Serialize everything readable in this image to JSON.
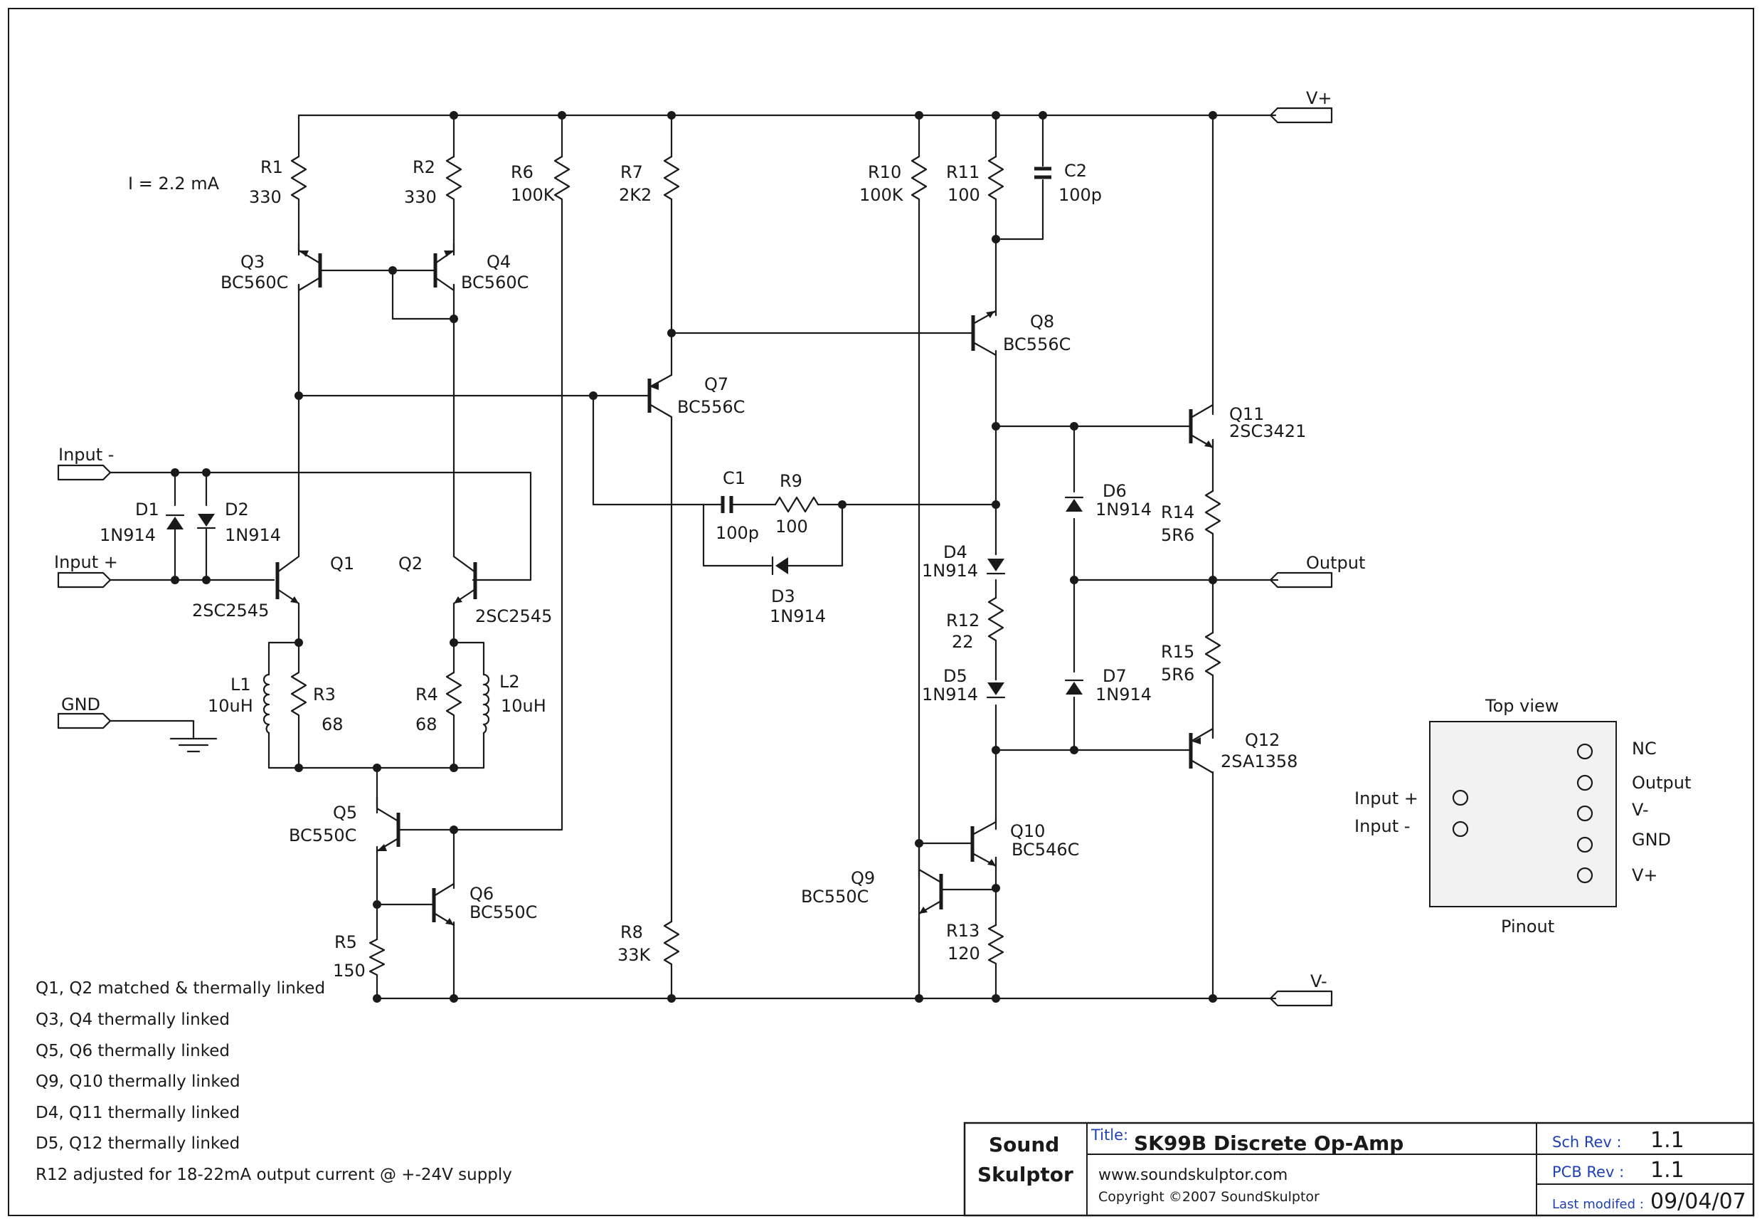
{
  "schematic": {
    "current_note": "I = 2.2 mA",
    "ports": {
      "vplus": "V+",
      "vminus": "V-",
      "input_minus": "Input -",
      "input_plus": "Input +",
      "gnd": "GND",
      "output": "Output"
    },
    "components": {
      "R1": {
        "ref": "R1",
        "value": "330"
      },
      "R2": {
        "ref": "R2",
        "value": "330"
      },
      "R3": {
        "ref": "R3",
        "value": "68"
      },
      "R4": {
        "ref": "R4",
        "value": "68"
      },
      "R5": {
        "ref": "R5",
        "value": "150"
      },
      "R6": {
        "ref": "R6",
        "value": "100K"
      },
      "R7": {
        "ref": "R7",
        "value": "2K2"
      },
      "R8": {
        "ref": "R8",
        "value": "33K"
      },
      "R9": {
        "ref": "R9",
        "value": "100"
      },
      "R10": {
        "ref": "R10",
        "value": "100K"
      },
      "R11": {
        "ref": "R11",
        "value": "100"
      },
      "R12": {
        "ref": "R12",
        "value": "22"
      },
      "R13": {
        "ref": "R13",
        "value": "120"
      },
      "R14": {
        "ref": "R14",
        "value": "5R6"
      },
      "R15": {
        "ref": "R15",
        "value": "5R6"
      },
      "C1": {
        "ref": "C1",
        "value": "100p"
      },
      "C2": {
        "ref": "C2",
        "value": "100p"
      },
      "L1": {
        "ref": "L1",
        "value": "10uH"
      },
      "L2": {
        "ref": "L2",
        "value": "10uH"
      },
      "D1": {
        "ref": "D1",
        "value": "1N914"
      },
      "D2": {
        "ref": "D2",
        "value": "1N914"
      },
      "D3": {
        "ref": "D3",
        "value": "1N914"
      },
      "D4": {
        "ref": "D4",
        "value": "1N914"
      },
      "D5": {
        "ref": "D5",
        "value": "1N914"
      },
      "D6": {
        "ref": "D6",
        "value": "1N914"
      },
      "D7": {
        "ref": "D7",
        "value": "1N914"
      },
      "Q1": {
        "ref": "Q1",
        "value": "2SC2545"
      },
      "Q2": {
        "ref": "Q2",
        "value": "2SC2545"
      },
      "Q3": {
        "ref": "Q3",
        "value": "BC560C"
      },
      "Q4": {
        "ref": "Q4",
        "value": "BC560C"
      },
      "Q5": {
        "ref": "Q5",
        "value": "BC550C"
      },
      "Q6": {
        "ref": "Q6",
        "value": "BC550C"
      },
      "Q7": {
        "ref": "Q7",
        "value": "BC556C"
      },
      "Q8": {
        "ref": "Q8",
        "value": "BC556C"
      },
      "Q9": {
        "ref": "Q9",
        "value": "BC550C"
      },
      "Q10": {
        "ref": "Q10",
        "value": "BC546C"
      },
      "Q11": {
        "ref": "Q11",
        "value": "2SC3421"
      },
      "Q12": {
        "ref": "Q12",
        "value": "2SA1358"
      }
    },
    "notes": [
      "Q1, Q2 matched & thermally linked",
      "Q3, Q4 thermally linked",
      "Q5, Q6 thermally linked",
      "Q9, Q10 thermally linked",
      "D4, Q11 thermally linked",
      "D5, Q12 thermally linked",
      "R12 adjusted for 18-22mA output current @ +-24V supply"
    ]
  },
  "pinout": {
    "header": "Top view",
    "footer": "Pinout",
    "left_pins": [
      "Input +",
      "Input -"
    ],
    "right_pins": [
      "NC",
      "Output",
      "V-",
      "GND",
      "V+"
    ]
  },
  "title_block": {
    "company_line1": "Sound",
    "company_line2": "Skulptor",
    "title_label": "Title:",
    "title": "SK99B Discrete Op-Amp",
    "url": "www.soundskulptor.com",
    "copyright": "Copyright ©2007 SoundSkulptor",
    "sch_rev_label": "Sch Rev :",
    "sch_rev": "1.1",
    "pcb_rev_label": "PCB Rev :",
    "pcb_rev": "1.1",
    "modified_label": "Last modifed :",
    "modified": "09/04/07"
  }
}
